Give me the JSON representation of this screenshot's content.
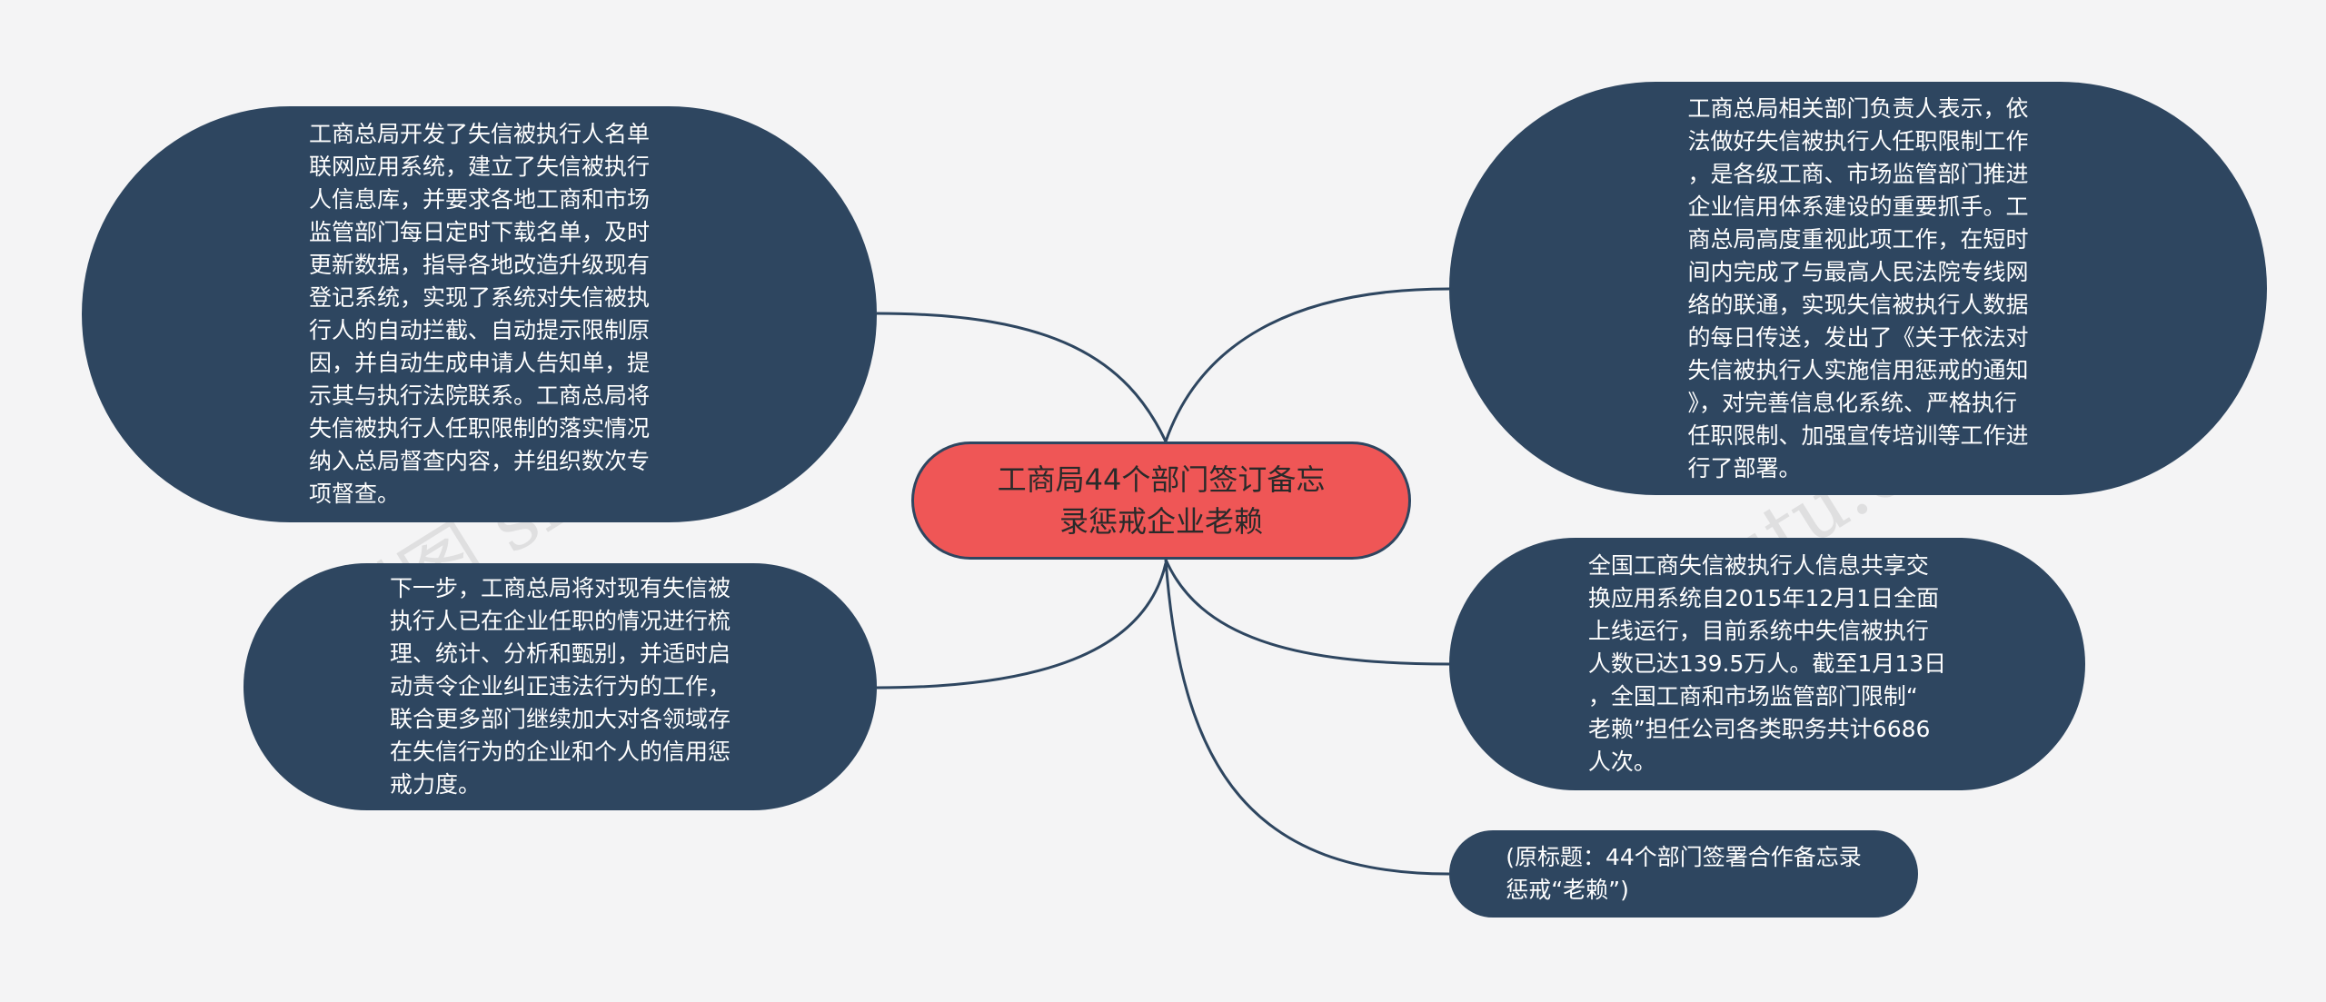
{
  "center": {
    "text": "工商局44个部门签订备忘\n录惩戒企业老赖"
  },
  "nodes": {
    "left_top": {
      "text": "工商总局开发了失信被执行人名单\n联网应用系统，建立了失信被执行\n人信息库，并要求各地工商和市场\n监管部门每日定时下载名单，及时\n更新数据，指导各地改造升级现有\n登记系统，实现了系统对失信被执\n行人的自动拦截、自动提示限制原\n因，并自动生成申请人告知单，提\n示其与执行法院联系。工商总局将\n失信被执行人任职限制的落实情况\n纳入总局督查内容，并组织数次专\n项督查。"
    },
    "left_bottom": {
      "text": "下一步，工商总局将对现有失信被\n执行人已在企业任职的情况进行梳\n理、统计、分析和甄别，并适时启\n动责令企业纠正违法行为的工作，\n联合更多部门继续加大对各领域存\n在失信行为的企业和个人的信用惩\n戒力度。"
    },
    "right_top": {
      "text": "工商总局相关部门负责人表示，依\n法做好失信被执行人任职限制工作\n，是各级工商、市场监管部门推进\n企业信用体系建设的重要抓手。工\n商总局高度重视此项工作，在短时\n间内完成了与最高人民法院专线网\n络的联通，实现失信被执行人数据\n的每日传送，发出了《关于依法对\n失信被执行人实施信用惩戒的通知\n》，对完善信息化系统、严格执行\n任职限制、加强宣传培训等工作进\n行了部署。"
    },
    "right_middle": {
      "text": "全国工商失信被执行人信息共享交\n换应用系统自2015年12月1日全面\n上线运行，目前系统中失信被执行\n人数已达139.5万人。截至1月13日\n，全国工商和市场监管部门限制“\n老赖”担任公司各类职务共计6686\n人次。"
    },
    "right_bottom": {
      "text": "(原标题：44个部门签署合作备忘录\n惩戒“老赖”)"
    }
  },
  "watermark": {
    "text": "树图 shutu.cn"
  },
  "colors": {
    "node_fill": "#2e4660",
    "center_fill": "#ef5656",
    "link": "#2e4660",
    "background": "#f4f4f5"
  }
}
